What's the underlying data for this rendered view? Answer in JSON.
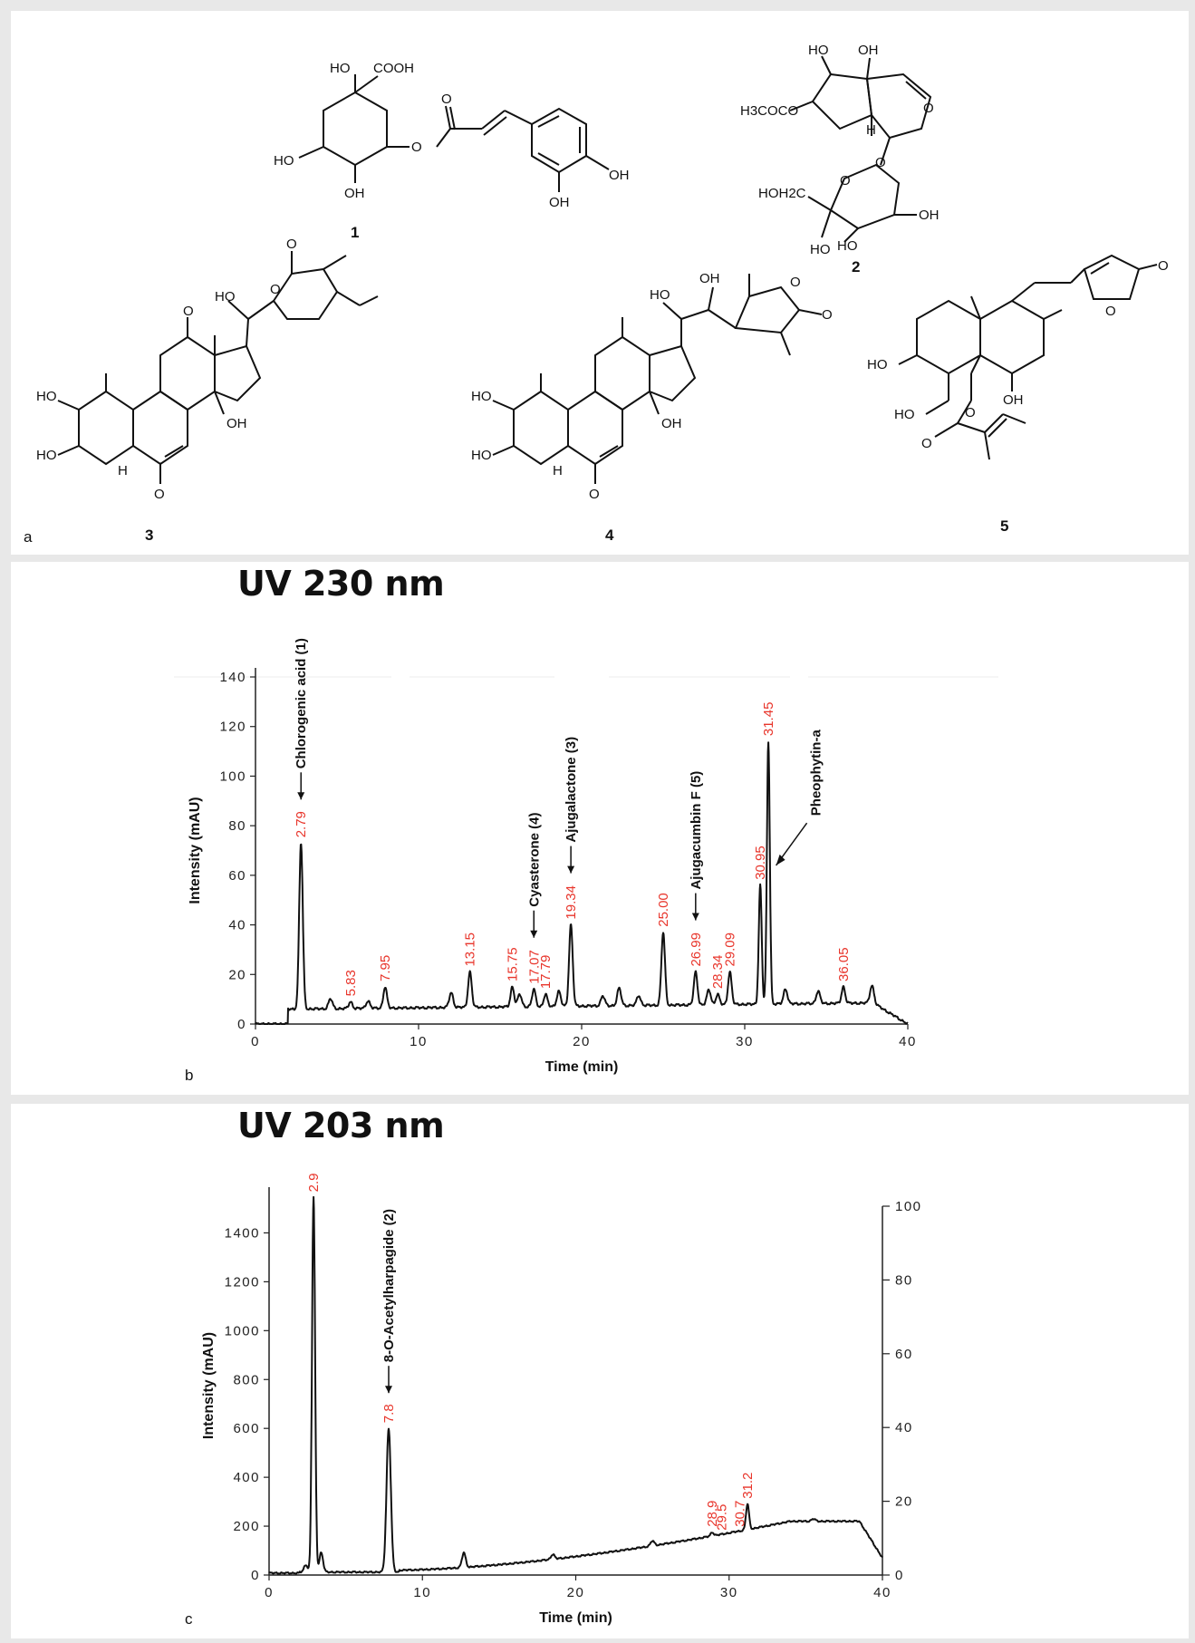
{
  "panels": {
    "a": {
      "label": "a",
      "compounds": [
        "1",
        "2",
        "3",
        "4",
        "5"
      ],
      "atoms": {
        "c1": [
          "HO",
          "COOH",
          "HO",
          "OH",
          "O",
          "O",
          "OH",
          "OH"
        ],
        "c2": [
          "HO",
          "OH",
          "H3COCO",
          "H",
          "O",
          "O",
          "HOH2C",
          "O",
          "OH",
          "HO",
          "HO"
        ],
        "c3": [
          "O",
          "O",
          "HO",
          "O",
          "HO",
          "HO",
          "H",
          "OH",
          "O"
        ],
        "c4": [
          "HO",
          "OH",
          "O",
          "O",
          "HO",
          "HO",
          "H",
          "OH",
          "O"
        ],
        "c5": [
          "O",
          "O",
          "HO",
          "HO",
          "OH",
          "O",
          "O"
        ]
      }
    },
    "b": {
      "label": "b",
      "uv_title": "UV 230 nm"
    },
    "c": {
      "label": "c",
      "uv_title": "UV 203 nm"
    }
  },
  "chart_data": [
    {
      "type": "line",
      "title": "UV 230 nm",
      "xlabel": "Time (min)",
      "ylabel": "Intensity (mAU)",
      "xlim": [
        0,
        40
      ],
      "ylim": [
        0,
        140
      ],
      "xticks": [
        0,
        10,
        20,
        30,
        40
      ],
      "yticks": [
        0,
        20,
        40,
        60,
        80,
        100,
        120,
        140
      ],
      "peaks": [
        {
          "rt": 2.79,
          "label": "2.79",
          "height": 73
        },
        {
          "rt": 5.83,
          "label": "5.83",
          "height": 9
        },
        {
          "rt": 7.95,
          "label": "7.95",
          "height": 15
        },
        {
          "rt": 13.15,
          "label": "13.15",
          "height": 21
        },
        {
          "rt": 15.75,
          "label": "15.75",
          "height": 15
        },
        {
          "rt": 17.07,
          "label": "17.07",
          "height": 14
        },
        {
          "rt": 17.79,
          "label": "17.79",
          "height": 12
        },
        {
          "rt": 19.34,
          "label": "19.34",
          "height": 40
        },
        {
          "rt": 25.0,
          "label": "25.00",
          "height": 37
        },
        {
          "rt": 26.99,
          "label": "26.99",
          "height": 21
        },
        {
          "rt": 28.34,
          "label": "28.34",
          "height": 12
        },
        {
          "rt": 29.09,
          "label": "29.09",
          "height": 21
        },
        {
          "rt": 30.95,
          "label": "30.95",
          "height": 56
        },
        {
          "rt": 31.45,
          "label": "31.45",
          "height": 114
        },
        {
          "rt": 36.05,
          "label": "36.05",
          "height": 15
        }
      ],
      "annotations": [
        {
          "text": "Chlorogenic acid (1)",
          "rt": 2.79
        },
        {
          "text": "Cyasterone (4)",
          "rt": 17.07
        },
        {
          "text": "Ajugalactone (3)",
          "rt": 19.34
        },
        {
          "text": "Ajugacumbin F (5)",
          "rt": 26.99
        },
        {
          "text": "Pheophytin-a",
          "rt": 31.7
        }
      ],
      "grid": false
    },
    {
      "type": "line",
      "title": "UV 203 nm",
      "xlabel": "Time (min)",
      "ylabel": "Intensity (mAU)",
      "xlim": [
        0,
        40
      ],
      "ylim": [
        0,
        1550
      ],
      "xticks": [
        0,
        10,
        20,
        30,
        40
      ],
      "yticks": [
        0,
        200,
        400,
        600,
        800,
        1000,
        1200,
        1400
      ],
      "y2lim": [
        0,
        100
      ],
      "y2ticks": [
        0,
        20,
        40,
        60,
        80,
        100
      ],
      "peaks": [
        {
          "rt": 2.9,
          "label": "2.9",
          "height": 1545
        },
        {
          "rt": 7.8,
          "label": "7.8",
          "height": 600
        },
        {
          "rt": 28.9,
          "label": "28.9",
          "height": 175
        },
        {
          "rt": 29.5,
          "label": "29.5",
          "height": 160
        },
        {
          "rt": 30.7,
          "label": "30.7",
          "height": 175
        },
        {
          "rt": 31.2,
          "label": "31.2",
          "height": 290
        }
      ],
      "annotations": [
        {
          "text": "8-O-Acetylharpagide (2)",
          "rt": 7.8
        }
      ],
      "grid": false
    }
  ]
}
